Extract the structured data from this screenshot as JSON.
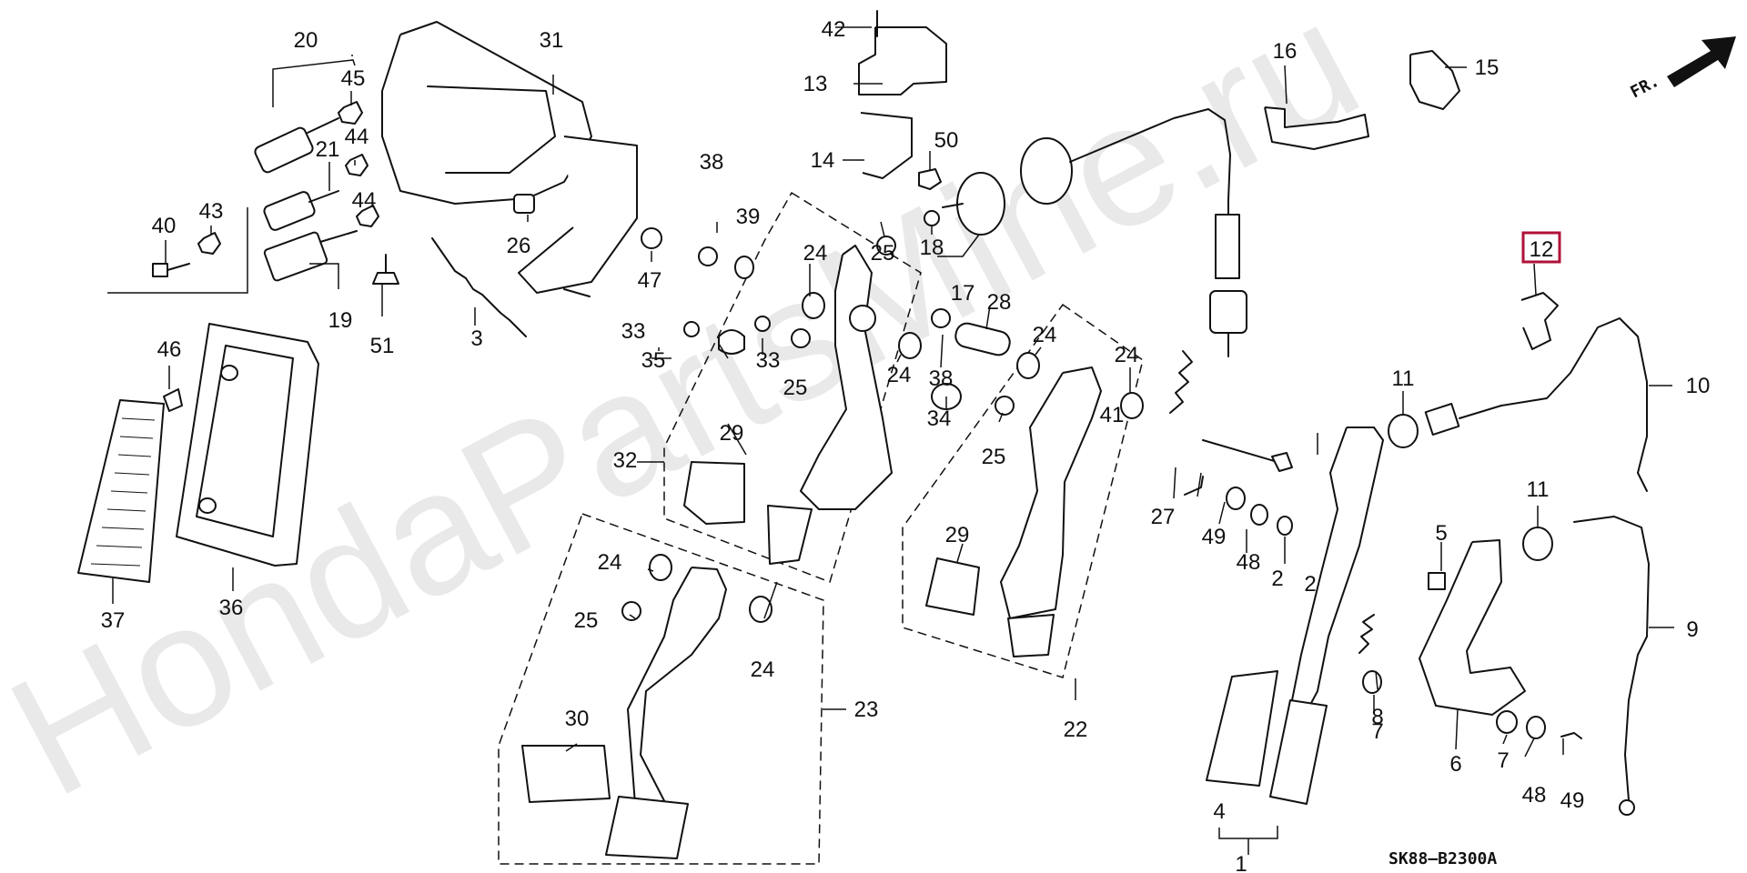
{
  "diagram": {
    "watermark": "HondaPartsMine.ru",
    "code": "SK88–B2300A",
    "front_label": "FR.",
    "labels": [
      "1",
      "2",
      "2",
      "3",
      "4",
      "5",
      "6",
      "7",
      "7",
      "8",
      "9",
      "10",
      "11",
      "11",
      "12",
      "13",
      "14",
      "15",
      "16",
      "17",
      "18",
      "19",
      "20",
      "21",
      "22",
      "23",
      "24",
      "24",
      "24",
      "24",
      "24",
      "24",
      "25",
      "25",
      "25",
      "25",
      "26",
      "27",
      "28",
      "29",
      "29",
      "30",
      "31",
      "32",
      "33",
      "33",
      "34",
      "35",
      "36",
      "37",
      "38",
      "38",
      "39",
      "40",
      "41",
      "42",
      "43",
      "44",
      "44",
      "45",
      "46",
      "47",
      "48",
      "48",
      "49",
      "49",
      "50",
      "51"
    ],
    "highlight": "12",
    "highlight_color": "#b0123a"
  }
}
